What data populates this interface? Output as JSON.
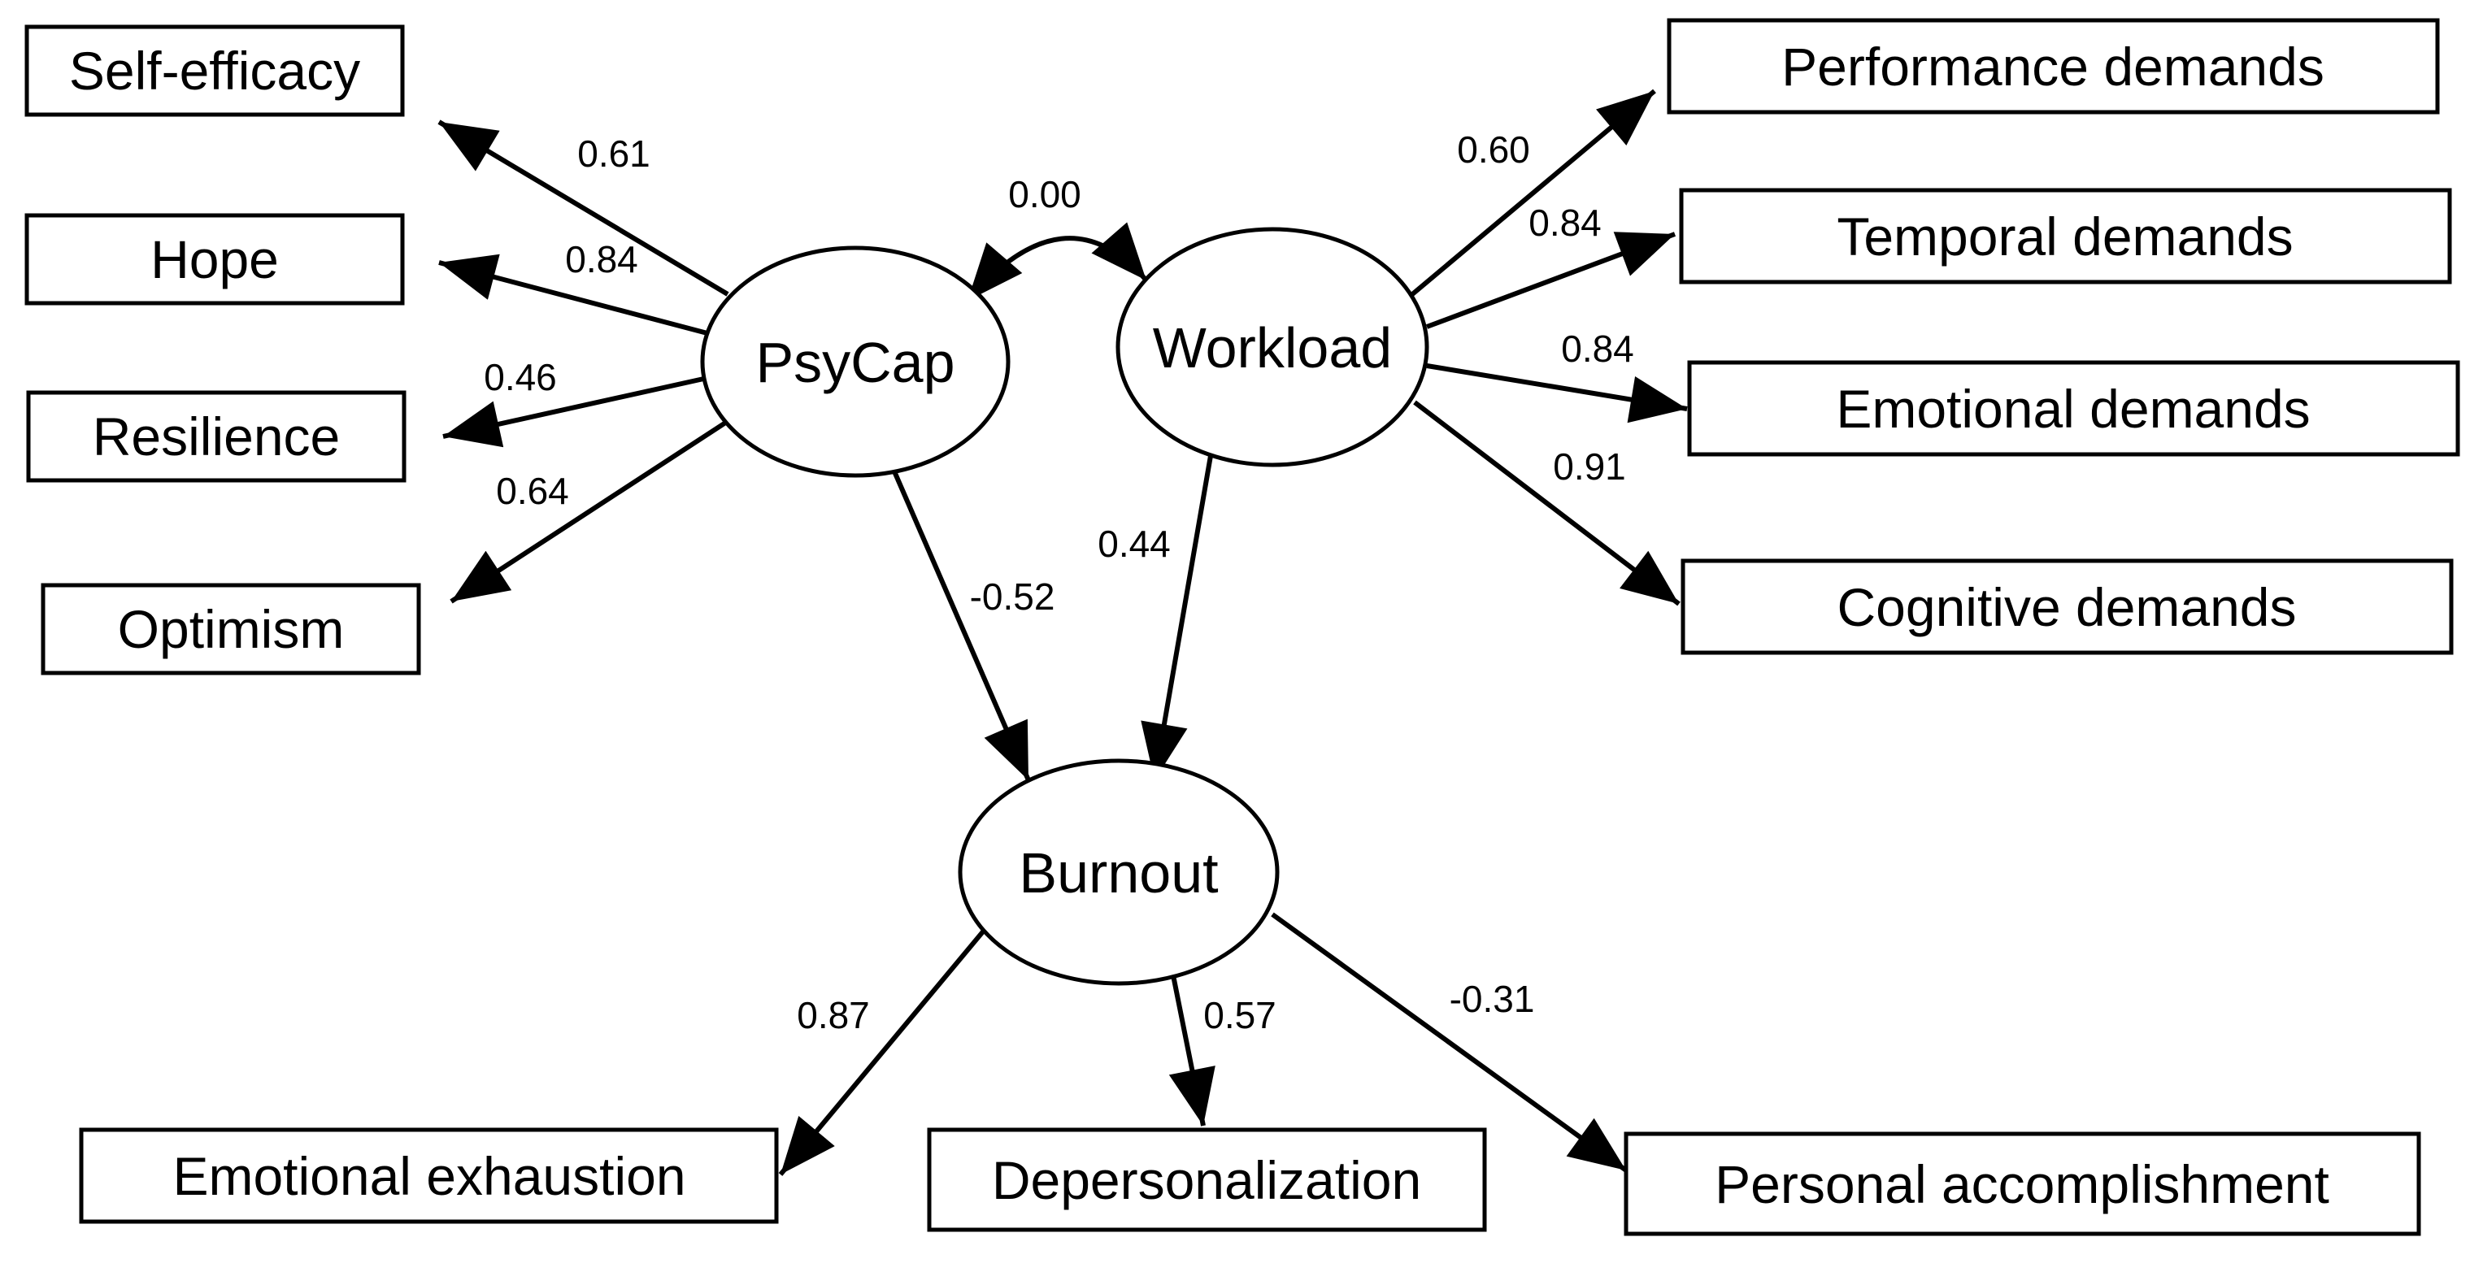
{
  "latent": {
    "psycap": "PsyCap",
    "workload": "Workload",
    "burnout": "Burnout"
  },
  "indicators": {
    "self_efficacy": "Self-efficacy",
    "hope": "Hope",
    "resilience": "Resilience",
    "optimism": "Optimism",
    "performance_demands": "Performance demands",
    "temporal_demands": "Temporal demands",
    "emotional_demands": "Emotional demands",
    "cognitive_demands": "Cognitive demands",
    "emotional_exhaustion": "Emotional exhaustion",
    "depersonalization": "Depersonalization",
    "personal_accomplishment": "Personal accomplishment"
  },
  "coefficients": {
    "psycap_self_efficacy": "0.61",
    "psycap_hope": "0.84",
    "psycap_resilience": "0.46",
    "psycap_optimism": "0.64",
    "psycap_workload_cov": "0.00",
    "workload_performance": "0.60",
    "workload_temporal": "0.84",
    "workload_emotional": "0.84",
    "workload_cognitive": "0.91",
    "psycap_burnout": "-0.52",
    "workload_burnout": "0.44",
    "burnout_exhaustion": "0.87",
    "burnout_depersonalization": "0.57",
    "burnout_accomplishment": "-0.31"
  },
  "colors": {
    "stroke": "#000000",
    "background": "#ffffff"
  }
}
